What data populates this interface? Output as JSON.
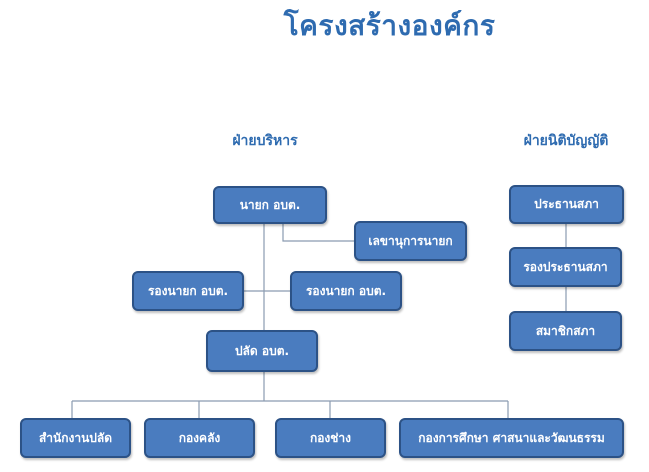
{
  "title": "โครงสร้างองค์กร",
  "sections": {
    "executive": "ฝ่ายบริหาร",
    "legislative": "ฝ่ายนิติบัญญัติ"
  },
  "nodes": {
    "mayor": "นายก อบต.",
    "secretary": "เลขานุการนายก",
    "deputy_mayor_1": "รองนายก อบต.",
    "deputy_mayor_2": "รองนายก อบต.",
    "chief_administrator": "ปลัด อบต.",
    "office_of_chief": "สำนักงานปลัด",
    "finance_division": "กองคลัง",
    "engineering_division": "กองช่าง",
    "education_division": "กองการศึกษา ศาสนาและวัฒนธรรม",
    "council_president": "ประธานสภา",
    "council_vice_president": "รองประธานสภา",
    "council_member": "สมาชิกสภา"
  },
  "colors": {
    "box_fill": "#4a7cbf",
    "box_border": "#2c5286",
    "heading_text": "#2e6bb0",
    "connector": "#8a9bb0"
  }
}
